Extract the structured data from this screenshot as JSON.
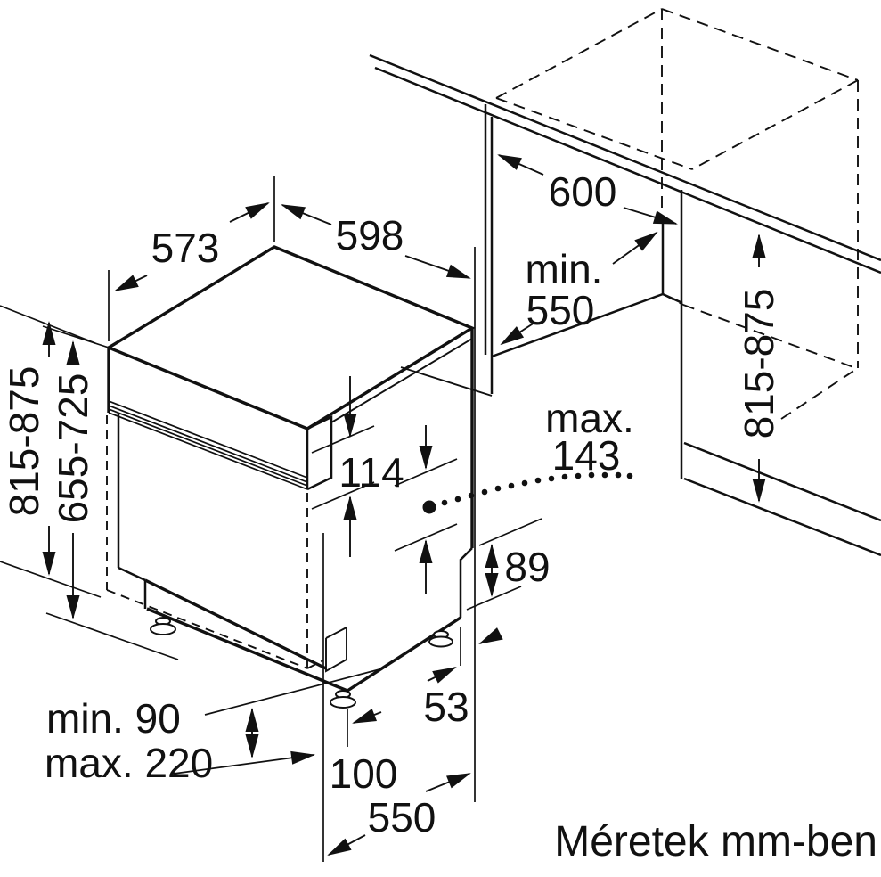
{
  "diagram": {
    "type": "installation-drawing",
    "subject": "built-under dishwasher niche dimensions",
    "caption": "Méretek mm-ben",
    "line_color": "#111111",
    "background_color": "#ffffff",
    "dims": {
      "top_depth": "573",
      "top_width": "598",
      "niche_depth": "600",
      "niche_min_word": "min.",
      "niche_min_value": "550",
      "niche_height_right": "815-875",
      "appliance_height_left": "815-875",
      "front_panel_height": "655-725",
      "control_panel_height": "114",
      "panel_max_word": "max.",
      "panel_max_value": "143",
      "rear_recess_height": "89",
      "plinth_min": "min. 90",
      "plinth_max": "max. 220",
      "feet_setback": "100",
      "rear_clearance": "53",
      "base_depth": "550"
    }
  }
}
